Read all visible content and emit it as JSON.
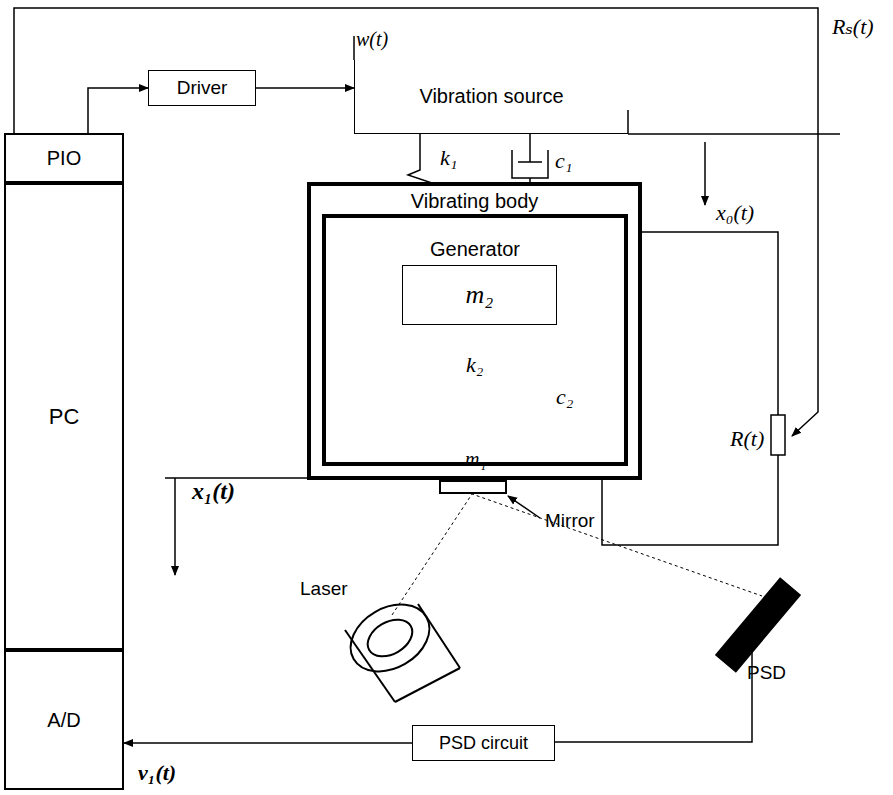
{
  "diagram": {
    "nodes": [
      {
        "text": [
          "PIO"
        ]
      },
      {
        "text": [
          "PC"
        ]
      },
      {
        "text": [
          "A/D"
        ]
      },
      {
        "text": [
          "Driver"
        ]
      },
      {
        "text": [
          "Vibration source"
        ]
      },
      {
        "text": [
          "Vibrating body"
        ]
      },
      {
        "text": [
          "Generator"
        ],
        "in": 5
      },
      {
        "text": [
          "m₂"
        ],
        "in": 6
      },
      {
        "text": [
          "PSD circuit"
        ]
      }
    ],
    "edges": [
      {
        "from": 0,
        "to": 3,
        "arrow": "to"
      },
      {
        "from": 3,
        "to": 4,
        "arrow": "to"
      },
      {
        "from": 8,
        "to": 2,
        "arrow": "to"
      }
    ],
    "labels": [
      "w(t)",
      "Rₛ(t)",
      "k₁",
      "c₁",
      "x₀(t)",
      "R(t)",
      "k₂",
      "c₂",
      "m₁",
      "x₁(t)",
      "Mirror",
      "Laser",
      "PSD",
      "v₁(t)"
    ]
  }
}
